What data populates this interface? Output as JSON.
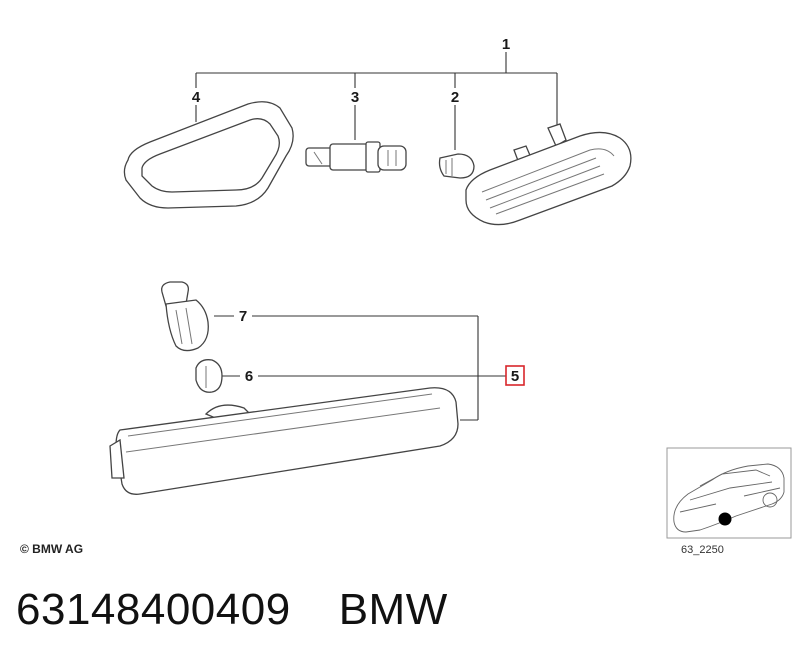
{
  "callouts": {
    "c1": "1",
    "c2": "2",
    "c3": "3",
    "c4": "4",
    "c5": "5",
    "c6": "6",
    "c7": "7"
  },
  "highlighted_callout": "5",
  "highlight_color": "#d9262b",
  "copyright": "© BMW AG",
  "thumbnail": {
    "caption": "63_2250",
    "marker_icon": "location-dot-icon"
  },
  "footer": {
    "part_number": "63148400409",
    "brand": "BMW"
  }
}
